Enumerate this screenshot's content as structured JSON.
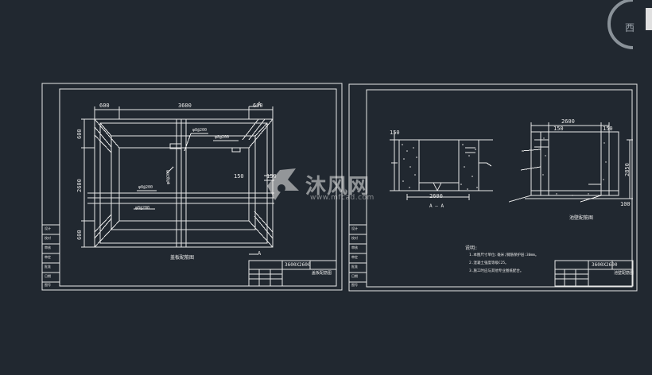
{
  "app": {
    "viewcube_direction": "西",
    "background_color": "#212830",
    "line_color": "#e8e8e8"
  },
  "watermark": {
    "brand": "沐风网",
    "url": "www.mfcad.com"
  },
  "sheet1": {
    "dims": {
      "top_600": "600",
      "top_3600": "3600",
      "top_600b": "600",
      "left_600_top": "600",
      "left_2600": "2600",
      "left_600_bottom": "600",
      "mid_150": "150",
      "mid_150b": "150"
    },
    "section_mark_top": "A",
    "section_mark_bottom": "A",
    "callouts": [
      "φ8@200",
      "φ8@200",
      "φ8@200",
      "φ8@200",
      "φ8@200"
    ],
    "plan_caption": "盖板配筋图",
    "title_block": {
      "size": "3600X2600",
      "drawing_name": "盖板配筋图"
    },
    "side_strip": [
      "设计",
      "校对",
      "审核",
      "审定",
      "批准",
      "日期",
      "图号"
    ]
  },
  "sheet2": {
    "dims": {
      "left_150": "150",
      "left_2600": "2600",
      "right_2600": "2600",
      "right_150": "150",
      "right_150b": "150",
      "right_2850": "2850",
      "right_100": "100"
    },
    "section_caption": "A — A",
    "right_caption": "池壁配筋图",
    "notes_title": "说明:",
    "notes": [
      "1.本图尺寸单位:毫米;钢筋保护层:30mm。",
      "2.混凝土强度等级C25。",
      "3.施工时应与其他专业图纸配合。"
    ],
    "title_block": {
      "size": "3600X2600",
      "drawing_name": "池壁配筋图"
    },
    "side_strip": [
      "设计",
      "校对",
      "审核",
      "审定",
      "批准",
      "日期",
      "图号"
    ]
  }
}
